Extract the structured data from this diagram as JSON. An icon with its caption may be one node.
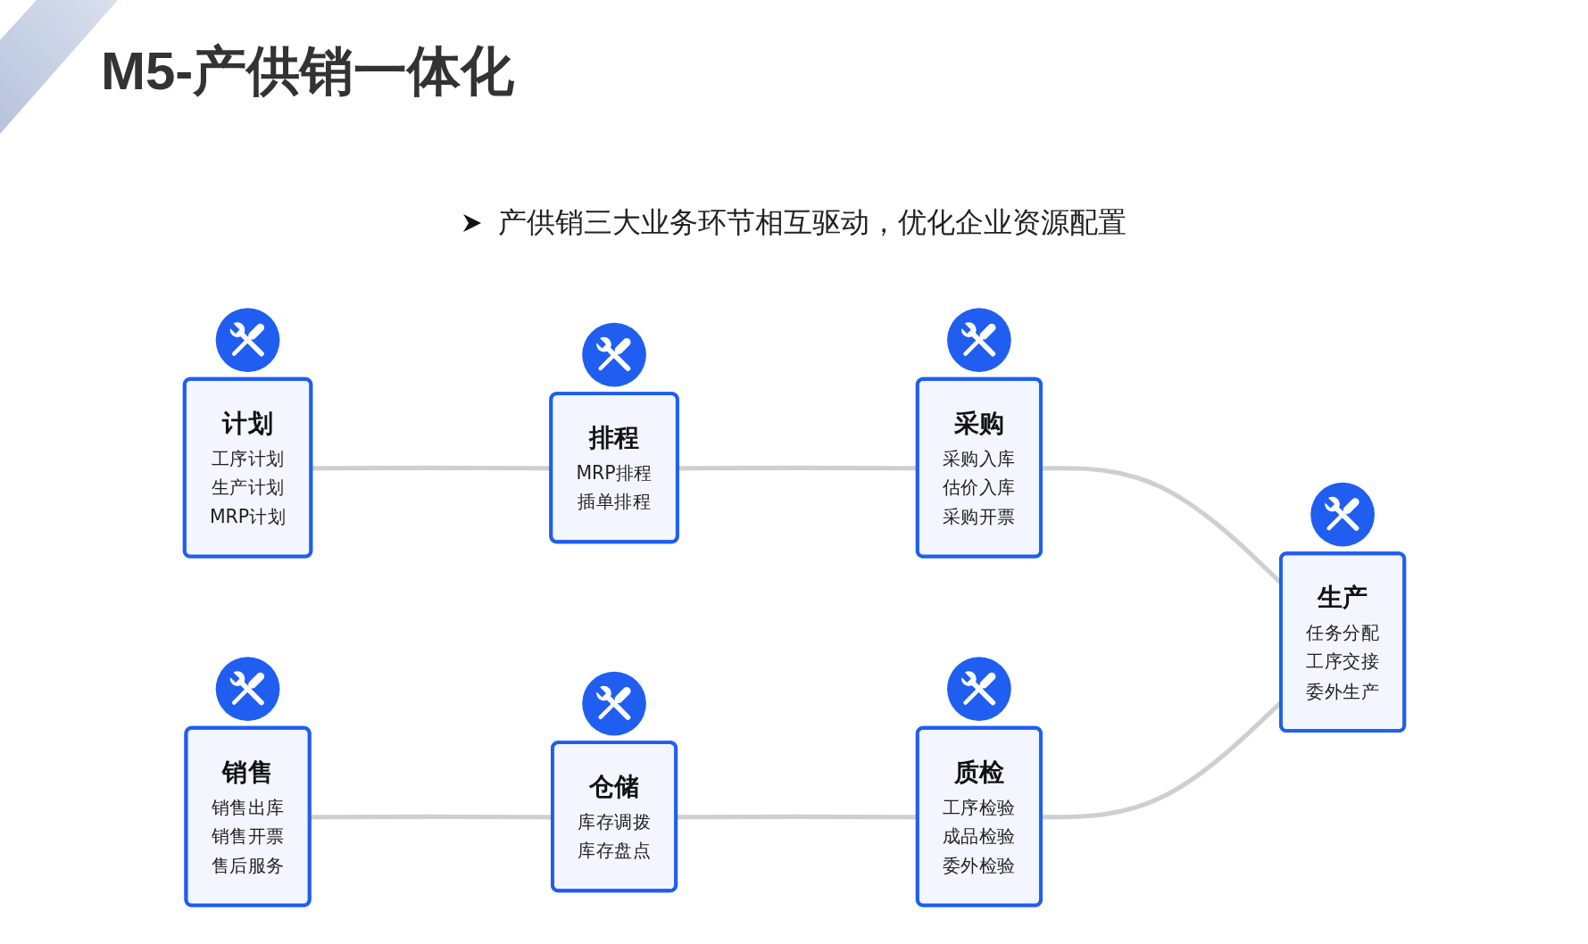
{
  "diagram": {
    "title": "M5-产供销一体化",
    "nodes": [
      {
        "text": [
          "计划",
          "工序计划",
          "生产计划",
          "MRP计划"
        ]
      },
      {
        "text": [
          "排程",
          "MRP排程",
          "插单排程"
        ]
      },
      {
        "text": [
          "采购",
          "采购入库",
          "估价入库",
          "采购开票"
        ]
      },
      {
        "text": [
          "销售",
          "销售出库",
          "销售开票",
          "售后服务"
        ]
      },
      {
        "text": [
          "仓储",
          "库存调拨",
          "库存盘点"
        ]
      },
      {
        "text": [
          "质检",
          "工序检验",
          "成品检验",
          "委外检验"
        ]
      },
      {
        "text": [
          "生产",
          "任务分配",
          "工序交接",
          "委外生产"
        ]
      }
    ],
    "edges": [
      {
        "from": 0,
        "to": 1,
        "arrow": "none"
      },
      {
        "from": 1,
        "to": 2,
        "arrow": "none"
      },
      {
        "from": 2,
        "to": 6,
        "arrow": "none"
      },
      {
        "from": 3,
        "to": 4,
        "arrow": "none"
      },
      {
        "from": 4,
        "to": 5,
        "arrow": "none"
      },
      {
        "from": 5,
        "to": 6,
        "arrow": "none"
      }
    ],
    "labels": [
      "产供销三大业务环节相互驱动，优化企业资源配置"
    ]
  }
}
